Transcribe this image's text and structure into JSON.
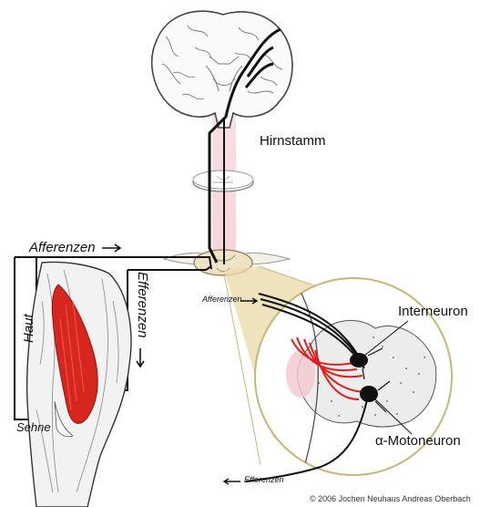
{
  "labels": {
    "hirnstamm": "Hirnstamm",
    "afferenzen_top": "Afferenzen",
    "efferenzen_vertical": "Efferenzen",
    "haut": "Haut",
    "sehne": "Sehne",
    "afferenzen_small": "Afferenzen",
    "interneuron": "Interneuron",
    "alpha_motoneuron": "α-Motoneuron",
    "efferenzen_small": "Efferenzen"
  },
  "copyright": "© 2006 Jochen Neuhaus Andreas Oberbach",
  "colors": {
    "fiber": "#111111",
    "muscle": "#d7261e",
    "magnify": "#e9d8a6",
    "magnify_edge": "#c9b57a",
    "tract_pink": "#f2c9cf",
    "interneuron_link": "#e01e1e"
  },
  "icons": {
    "brain": "brain-section-icon",
    "brainstem": "brainstem-section-icon",
    "spinal_cord": "spinal-cord-section-icon",
    "leg": "thigh-muscle-icon"
  }
}
